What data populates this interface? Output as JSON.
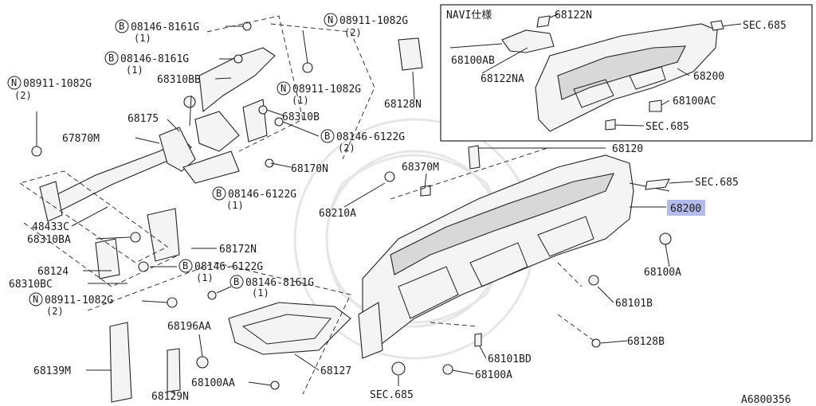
{
  "diagram": {
    "id_code": "A6800356",
    "inset_title": "NAVI仕様",
    "labels": {
      "b1_code": "08146-8161G",
      "b1_qty": "(1)",
      "b2_code": "08146-8161G",
      "b2_qty": "(1)",
      "n_top_code": "08911-1082G",
      "n_top_qty": "(2)",
      "n_left_code": "08911-1082G",
      "n_left_qty": "(2)",
      "p68310BB": "68310BB",
      "n_mid_code": "08911-1082G",
      "n_mid_qty": "(1)",
      "p68128N": "68128N",
      "p68175": "68175",
      "p67870M": "67870M",
      "p68310B": "68310B",
      "b3_code": "08146-6122G",
      "b3_qty": "(2)",
      "p68170N": "68170N",
      "p68120": "68120",
      "p68370M": "68370M",
      "sec_right": "SEC.685",
      "b4_code": "08146-6122G",
      "b4_qty": "(1)",
      "p68210A": "68210A",
      "p68200": "68200",
      "p48433C": "48433C",
      "p68310BA": "68310BA",
      "p68172N": "68172N",
      "p68100A_r": "68100A",
      "p68124": "68124",
      "b5_code": "08146-6122G",
      "b5_qty": "(1)",
      "p68310BC": "68310BC",
      "b6_code": "08146-8161G",
      "b6_qty": "(1)",
      "n_bot_code": "08911-1082G",
      "n_bot_qty": "(2)",
      "p68101B": "68101B",
      "p68196AA": "68196AA",
      "p68128B": "68128B",
      "p68139M": "68139M",
      "p68127": "68127",
      "p68101BD": "68101BD",
      "p68100A_b": "68100A",
      "p68129N": "68129N",
      "p68100AA": "68100AA",
      "sec_bottom": "SEC.685",
      "inset_68122N": "68122N",
      "inset_sec_top": "SEC.685",
      "inset_68100AB": "68100AB",
      "inset_68122NA": "68122NA",
      "inset_68200": "68200",
      "inset_68100AC": "68100AC",
      "inset_sec_bot": "SEC.685"
    }
  }
}
